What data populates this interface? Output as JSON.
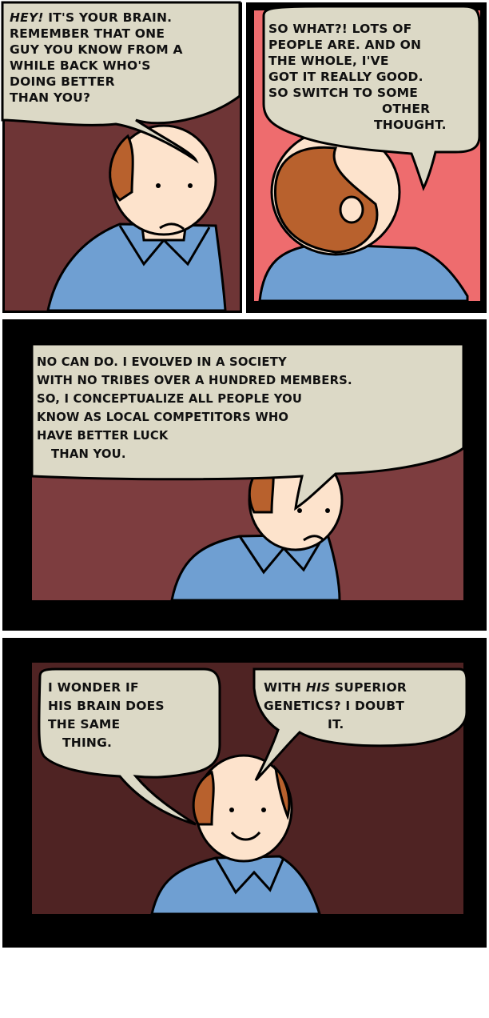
{
  "comic": {
    "colors": {
      "ink": "#000000",
      "bubble": "#dcd9c6",
      "skin": "#fde3cc",
      "hair": "#b8612d",
      "shirt": "#6f9fd2",
      "panel1_bg": "#6e3536",
      "panel2_bg": "#ee6c6e",
      "panel3_bg": "#7d3d3f",
      "panel4_bg": "#4f2323"
    },
    "panels": [
      {
        "bubbles": [
          {
            "lines": [
              {
                "em": "HEY!",
                "text": " IT'S YOUR BRAIN."
              },
              {
                "text": "REMEMBER THAT ONE"
              },
              {
                "text": "GUY YOU KNOW FROM A"
              },
              {
                "text": "WHILE BACK WHO'S"
              },
              {
                "text": "DOING BETTER"
              },
              {
                "text": "THAN YOU?"
              }
            ]
          }
        ]
      },
      {
        "bubbles": [
          {
            "lines": [
              {
                "text": "SO WHAT?! LOTS OF"
              },
              {
                "text": "PEOPLE ARE. AND ON"
              },
              {
                "text": "THE WHOLE, I'VE"
              },
              {
                "text": "GOT IT REALLY GOOD."
              },
              {
                "text": "SO SWITCH TO SOME"
              },
              {
                "text": "OTHER"
              },
              {
                "text": "THOUGHT."
              }
            ]
          }
        ]
      },
      {
        "bubbles": [
          {
            "lines": [
              {
                "text": "NO CAN DO. I EVOLVED IN A SOCIETY"
              },
              {
                "text": "WITH NO TRIBES OVER A HUNDRED MEMBERS."
              },
              {
                "text": "SO, I CONCEPTUALIZE ALL PEOPLE YOU"
              },
              {
                "text": "KNOW AS LOCAL COMPETITORS WHO"
              },
              {
                "text": "HAVE BETTER LUCK"
              },
              {
                "text": "THAN YOU."
              }
            ]
          }
        ]
      },
      {
        "bubbles": [
          {
            "lines": [
              {
                "text": "I WONDER IF"
              },
              {
                "text": "HIS BRAIN DOES"
              },
              {
                "text": "THE SAME"
              },
              {
                "text": "THING."
              }
            ]
          },
          {
            "lines": [
              {
                "text": "WITH ",
                "em": "HIS",
                "text2": " SUPERIOR"
              },
              {
                "text": "GENETICS? I DOUBT"
              },
              {
                "text": "IT."
              }
            ]
          }
        ]
      }
    ]
  }
}
